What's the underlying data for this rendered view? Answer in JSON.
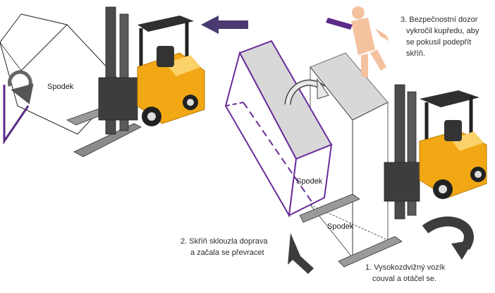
{
  "labels": {
    "bottom_left_box": "Spodek",
    "bottom_tilting_box": "Spodek",
    "bottom_footprint": "Spodek"
  },
  "steps": {
    "step1": {
      "line1": "1. Vysokozdvižný vozík",
      "line2": "couval a otáčel se."
    },
    "step2": {
      "line1": "2. Skříň sklouzla doprava",
      "line2": "a začala se převracet"
    },
    "step3": {
      "line1": "3. Bezpečnostní dozor",
      "line2": "vykročil kupředu, aby",
      "line3": "se pokusil podepřít",
      "line4": "skříň."
    }
  },
  "colors": {
    "forklift_body": "#f2a814",
    "forklift_dark": "#3a3a3a",
    "box_outline_purple": "#6a2c9a",
    "box_grey": "#d8d8d8",
    "arrow_purple": "#4a3a70",
    "arrow_dark": "#3c3c3c",
    "person": "#f5c2a0"
  },
  "icons": [
    "curved-rotate-arrow-icon",
    "left-arrow-icon",
    "u-turn-arrow-icon",
    "up-left-arrow-icon",
    "person-icon"
  ]
}
